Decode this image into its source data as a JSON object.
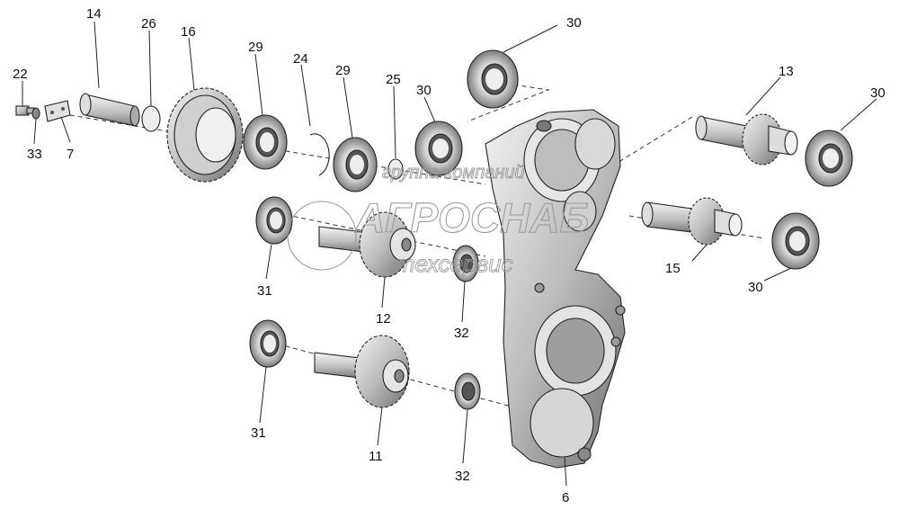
{
  "watermark": {
    "line1": "группа компаний",
    "line2": "АГРОСНАБ",
    "line3": "техсервис"
  },
  "callouts": [
    "14",
    "26",
    "16",
    "29",
    "24",
    "29",
    "25",
    "30",
    "30",
    "13",
    "30",
    "22",
    "33",
    "7",
    "31",
    "12",
    "32",
    "15",
    "30",
    "31",
    "11",
    "32",
    "6"
  ]
}
